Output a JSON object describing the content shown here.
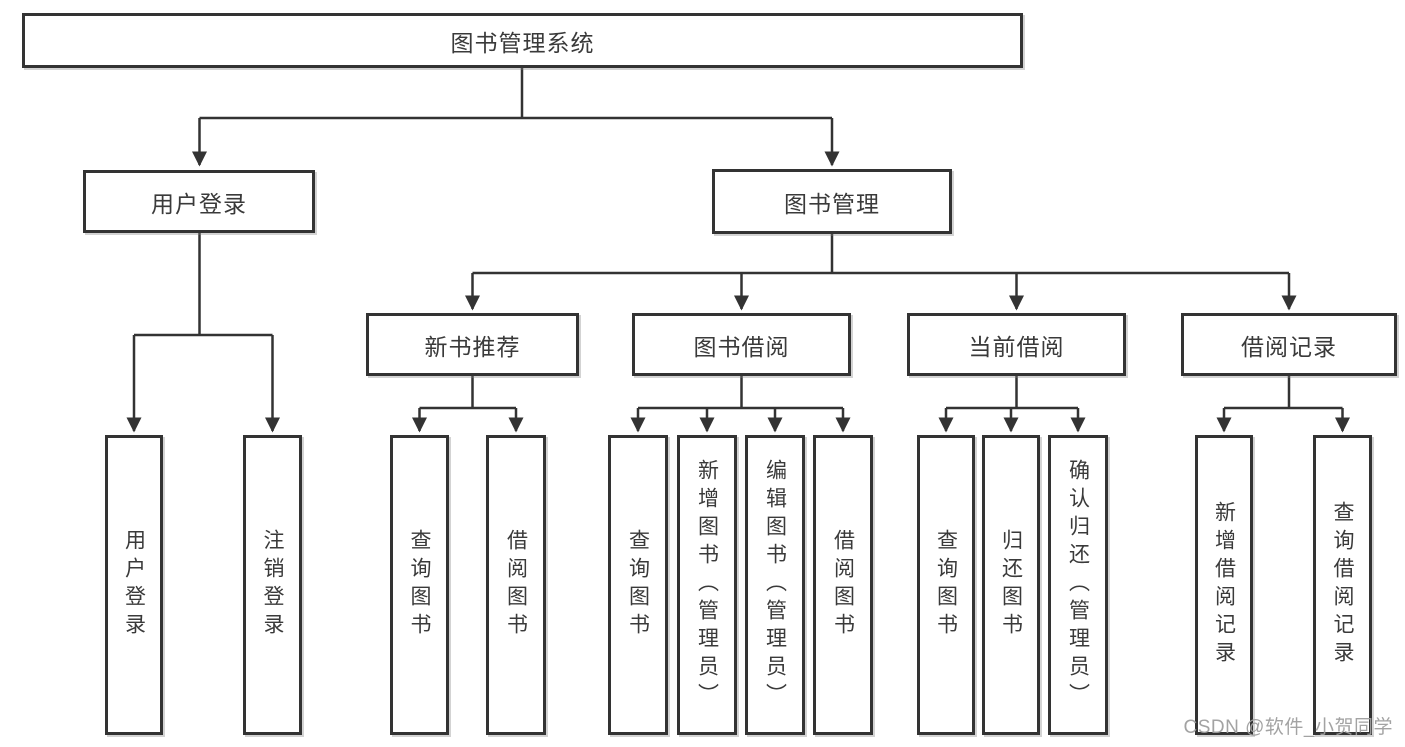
{
  "diagram": {
    "root": {
      "label": "图书管理系统"
    },
    "level2": {
      "user_login": {
        "label": "用户登录"
      },
      "book_mgmt": {
        "label": "图书管理"
      }
    },
    "level3": {
      "new_books": {
        "label": "新书推荐"
      },
      "book_borrow": {
        "label": "图书借阅"
      },
      "current_borrow": {
        "label": "当前借阅"
      },
      "borrow_records": {
        "label": "借阅记录"
      }
    },
    "leaves": {
      "user_login": [
        "用户登录",
        "注销登录"
      ],
      "new_books": [
        "查询图书",
        "借阅图书"
      ],
      "book_borrow": [
        "查询图书",
        "新增图书（管理员）",
        "编辑图书（管理员）",
        "借阅图书"
      ],
      "current_borrow": [
        "查询图书",
        "归还图书",
        "确认归还（管理员）"
      ],
      "borrow_records": [
        "新增借阅记录",
        "查询借阅记录"
      ]
    },
    "colors": {
      "line": "#333333",
      "border": "#333333",
      "text": "#3a3a3a"
    }
  },
  "watermark": {
    "text": "CSDN @软件_小贺同学",
    "color": "#9e9e9e"
  }
}
